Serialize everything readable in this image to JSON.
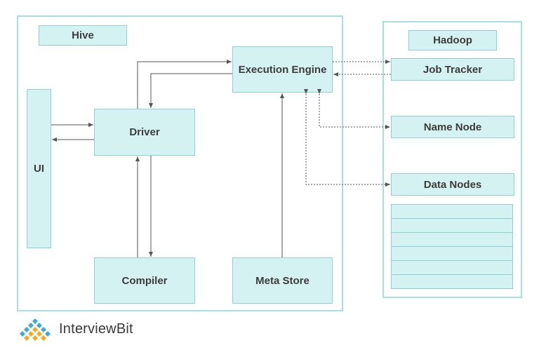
{
  "hive": {
    "label": "Hive",
    "ui": "UI",
    "driver": "Driver",
    "execution_engine": "Execution Engine",
    "compiler": "Compiler",
    "meta_store": "Meta Store"
  },
  "hadoop": {
    "label": "Hadoop",
    "job_tracker": "Job Tracker",
    "name_node": "Name Node",
    "data_nodes": "Data Nodes",
    "data_node_rows": 6
  },
  "brand": {
    "name": "InterviewBit",
    "logo": "interviewbit-logo"
  },
  "colors": {
    "frame_border": "#a9dfe0",
    "box_fill": "#d5f2f3",
    "box_border": "#8fd0d3",
    "arrow": "#555555",
    "logo_blue": "#3fa9d6",
    "logo_orange": "#f5a623"
  }
}
